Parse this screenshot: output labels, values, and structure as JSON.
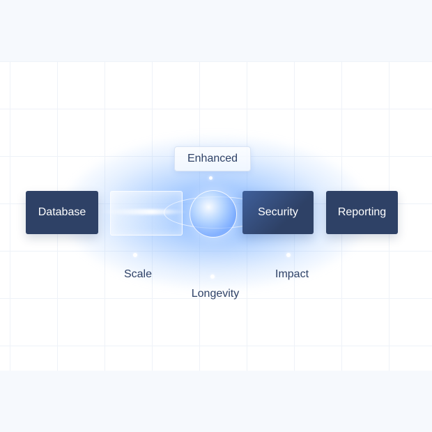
{
  "diagram": {
    "nodes": [
      {
        "id": "database",
        "label": "Database"
      },
      {
        "id": "security",
        "label": "Security"
      },
      {
        "id": "reporting",
        "label": "Reporting"
      }
    ],
    "center_label": "Enhanced",
    "attributes": [
      "Scale",
      "Longevity",
      "Impact"
    ]
  },
  "colors": {
    "node_fill": "#2e4166",
    "text_dark": "#2e4166",
    "glow": "#5096ff",
    "background": "#f6f9fd"
  }
}
